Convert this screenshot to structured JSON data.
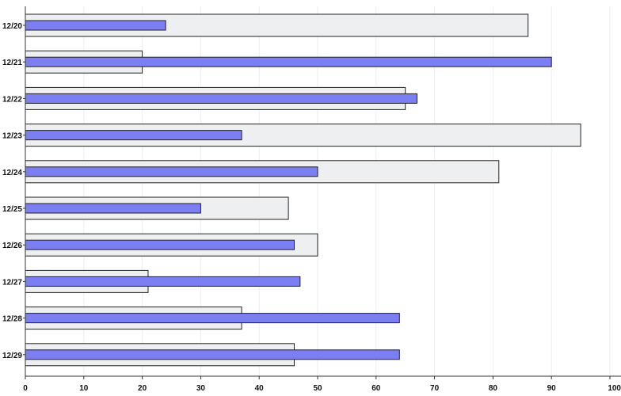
{
  "chart_data": {
    "type": "bar",
    "orientation": "horizontal",
    "categories": [
      "12/20",
      "12/21",
      "12/22",
      "12/23",
      "12/24",
      "12/25",
      "12/26",
      "12/27",
      "12/28",
      "12/29"
    ],
    "series": [
      {
        "values": [
          86,
          20,
          65,
          95,
          81,
          45,
          50,
          21,
          37,
          46
        ],
        "color": "#eeeff1"
      },
      {
        "values": [
          24,
          90,
          67,
          37,
          50,
          30,
          46,
          47,
          64,
          64
        ],
        "color": "#7b7ff2"
      }
    ],
    "xlim": [
      0,
      100
    ],
    "xticks": [
      0,
      10,
      20,
      30,
      40,
      50,
      60,
      70,
      80,
      90,
      100
    ],
    "title": "",
    "xlabel": "",
    "ylabel": "",
    "grid": true,
    "legend": "none",
    "colors": {
      "grid": "#eeeeee",
      "axis": "#333333",
      "outline": "#222222"
    }
  }
}
